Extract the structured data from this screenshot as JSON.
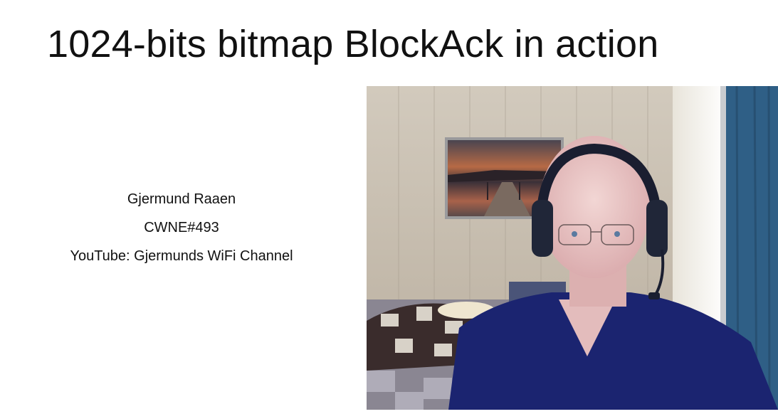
{
  "slide": {
    "title": "1024-bits bitmap BlockAck in action",
    "presenter": {
      "name": "Gjermund Raaen",
      "certification": "CWNE#493",
      "channel": "YouTube: Gjermunds WiFi Channel"
    },
    "video": {
      "description": "Webcam video of presenter wearing headset in a room with a framed pier sunset picture",
      "colors": {
        "wall": "#c4bcae",
        "shirt": "#1b2470",
        "curtain": "#2f5f86",
        "skin": "#e8c6c4"
      }
    }
  }
}
